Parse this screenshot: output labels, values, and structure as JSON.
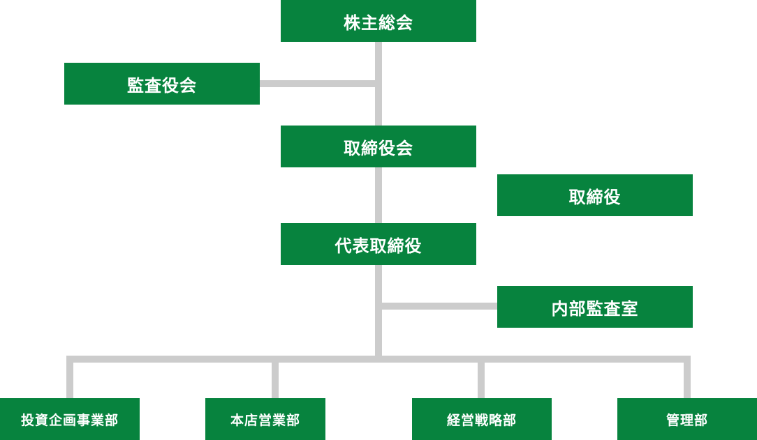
{
  "org_chart": {
    "shareholders_meeting": "株主総会",
    "audit_board": "監査役会",
    "board_of_directors": "取締役会",
    "director": "取締役",
    "representative_director": "代表取締役",
    "internal_audit_office": "内部監査室",
    "departments": [
      {
        "label": "投資企画事業部"
      },
      {
        "label": "本店営業部"
      },
      {
        "label": "経営戦略部"
      },
      {
        "label": "管理部"
      }
    ]
  },
  "colors": {
    "box": "#07833e",
    "text": "#ffffff",
    "connector": "#cccccc"
  }
}
